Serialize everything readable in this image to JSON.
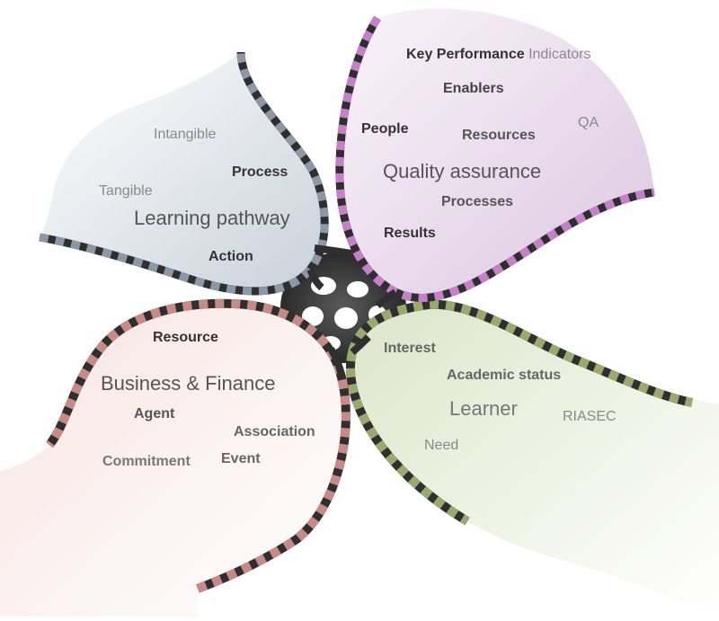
{
  "diagram": {
    "petals": [
      {
        "id": "learning",
        "title": "Learning pathway",
        "color": "#8a98a8",
        "terms": [
          "Intangible",
          "Process",
          "Tangible",
          "Action"
        ]
      },
      {
        "id": "quality",
        "title": "Quality assurance",
        "color": "#c77fc9",
        "terms": [
          "Key Performance Indicators",
          "Enablers",
          "People",
          "Resources",
          "QA",
          "Processes",
          "Results"
        ]
      },
      {
        "id": "business",
        "title": "Business & Finance",
        "color": "#c98a86",
        "terms": [
          "Resource",
          "Agent",
          "Association",
          "Commitment",
          "Event"
        ]
      },
      {
        "id": "learner",
        "title": "Learner",
        "color": "#9aaa6c",
        "terms": [
          "Interest",
          "Academic status",
          "RIASEC",
          "Need"
        ]
      }
    ]
  }
}
